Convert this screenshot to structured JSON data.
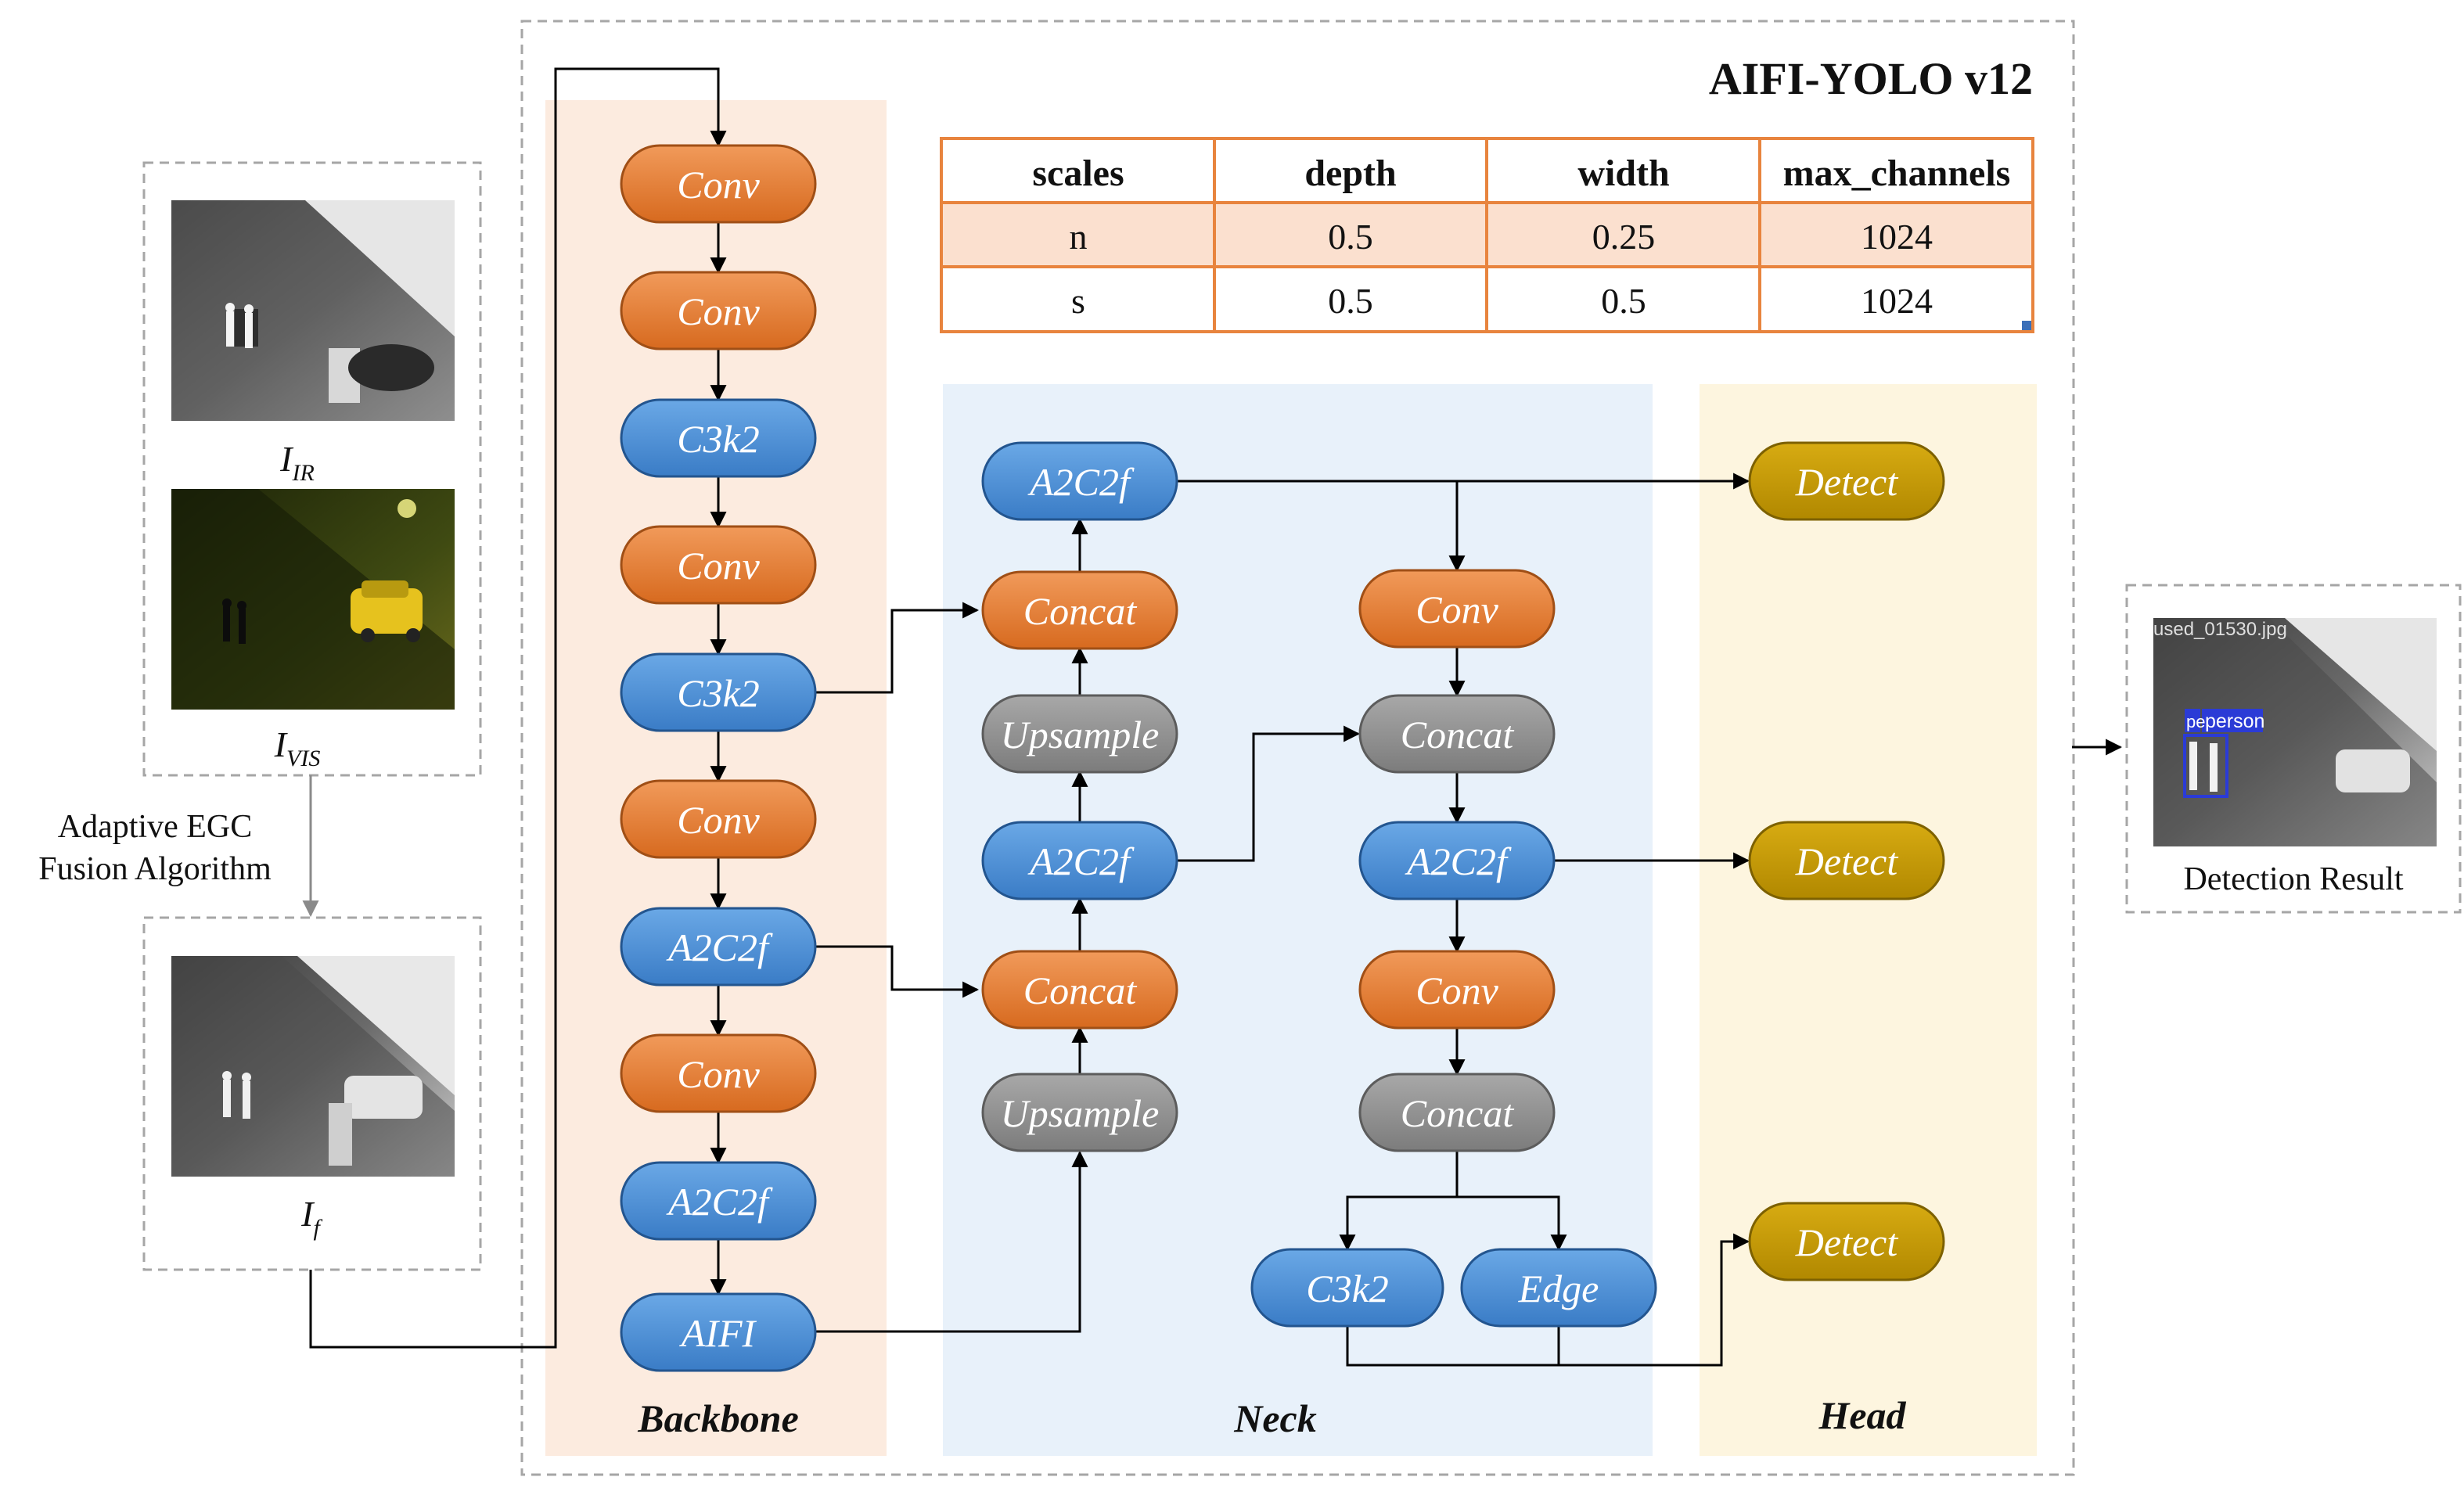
{
  "title": "AIFI-YOLO v12",
  "colors": {
    "orange": "#e07b33",
    "orange_stroke": "#a04f16",
    "blue": "#4a8fd6",
    "blue_stroke": "#23558f",
    "gray": "#8e8e8e",
    "gray_stroke": "#5c5c5c",
    "gold": "#c49a06",
    "gold_stroke": "#7d6100",
    "backbone_bg": "#fcebdf",
    "neck_bg": "#e8f1fa",
    "head_bg": "#fdf5df",
    "table_border": "#e8843e",
    "table_highlight": "#fbe0cf"
  },
  "inputs": {
    "ir_label": "I",
    "ir_sub": "IR",
    "vis_label": "I",
    "vis_sub": "VIS",
    "fused_label": "I",
    "fused_sub": "f",
    "fusion_line1": "Adaptive EGC",
    "fusion_line2": "Fusion Algorithm"
  },
  "sections": {
    "backbone": "Backbone",
    "neck": "Neck",
    "head": "Head"
  },
  "backbone": {
    "b1": "Conv",
    "b2": "Conv",
    "b3": "C3k2",
    "b4": "Conv",
    "b5": "C3k2",
    "b6": "Conv",
    "b7": "A2C2f",
    "b8": "Conv",
    "b9": "A2C2f",
    "b10": "AIFI"
  },
  "neck": {
    "top_a2c2f": "A2C2f",
    "concat_1": "Concat",
    "upsample_1": "Upsample",
    "mid_a2c2f": "A2C2f",
    "concat_2": "Concat",
    "upsample_2": "Upsample",
    "conv_r1": "Conv",
    "concat_r1": "Concat",
    "a2c2f_r": "A2C2f",
    "conv_r2": "Conv",
    "concat_r2": "Concat",
    "c3k2_r": "C3k2",
    "edge_r": "Edge"
  },
  "head": {
    "detect_1": "Detect",
    "detect_2": "Detect",
    "detect_3": "Detect"
  },
  "table": {
    "headers": [
      "scales",
      "depth",
      "width",
      "max_channels"
    ],
    "rows": [
      [
        "n",
        "0.5",
        "0.25",
        "1024"
      ],
      [
        "s",
        "0.5",
        "0.5",
        "1024"
      ]
    ]
  },
  "result": {
    "label": "Detection Result",
    "file_text": "used_01530.jpg",
    "box_label": "person",
    "box_label_small": "pe"
  }
}
